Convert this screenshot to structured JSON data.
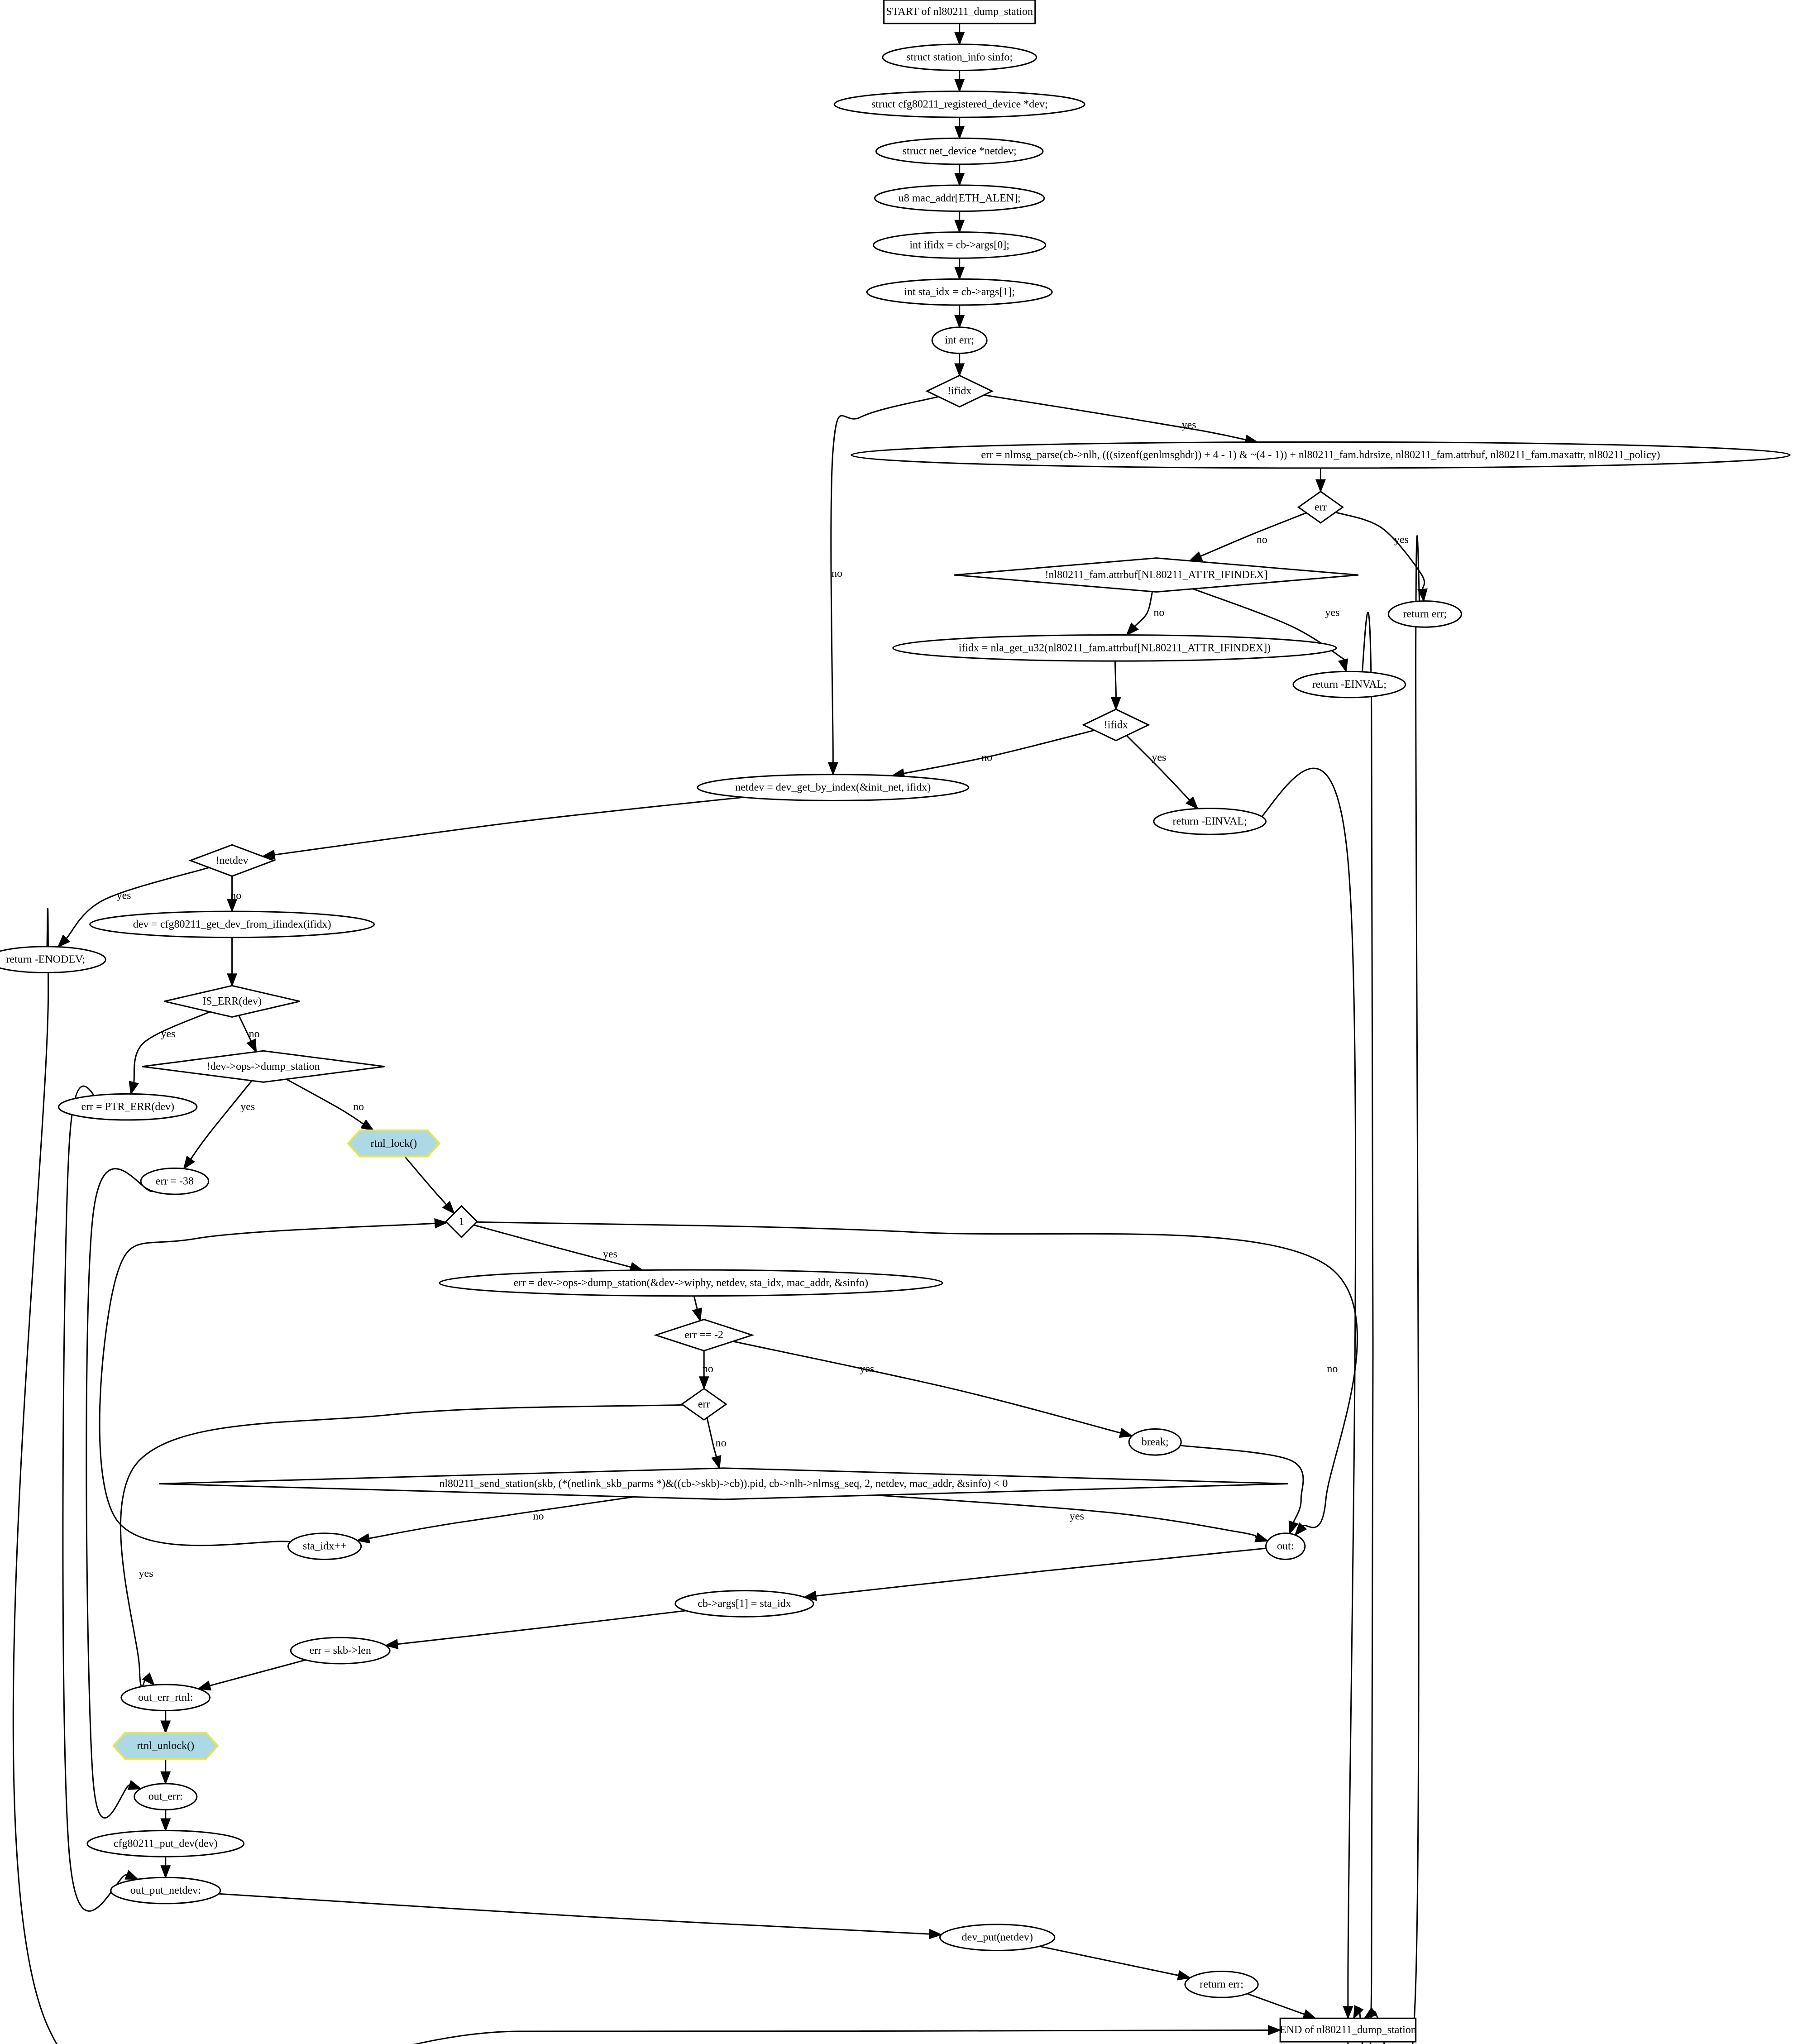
{
  "diagram": {
    "nodes": {
      "start": "START of nl80211_dump_station",
      "sinfo": "struct station_info sinfo;",
      "dev": "struct cfg80211_registered_device *dev;",
      "netdev": "struct net_device *netdev;",
      "mac": "u8 mac_addr[ETH_ALEN];",
      "ifidx": "int ifidx = cb->args[0];",
      "staidx": "int sta_idx = cb->args[1];",
      "err": "int err;",
      "d_ifidx1": "!ifidx",
      "parse": "err = nlmsg_parse(cb->nlh, (((sizeof(genlmsghdr)) + 4 - 1) & ~(4 - 1)) + nl80211_fam.hdrsize, nl80211_fam.attrbuf, nl80211_fam.maxattr, nl80211_policy)",
      "d_err1": "err",
      "d_attr": "!nl80211_fam.attrbuf[NL80211_ATTR_IFINDEX]",
      "ret_err1": "return err;",
      "get_u32": "ifidx = nla_get_u32(nl80211_fam.attrbuf[NL80211_ATTR_IFINDEX])",
      "ret_einval1": "return -EINVAL;",
      "d_ifidx2": "!ifidx",
      "get_by_index": "netdev = dev_get_by_index(&init_net, ifidx)",
      "ret_einval2": "return -EINVAL;",
      "d_netdev": "!netdev",
      "ret_enodev": "return -ENODEV;",
      "get_dev": "dev = cfg80211_get_dev_from_ifindex(ifidx)",
      "d_iserr": "IS_ERR(dev)",
      "ptr_err": "err = PTR_ERR(dev)",
      "d_dump": "!dev->ops->dump_station",
      "err38": "err = -38",
      "rtnl_lock": "rtnl_lock()",
      "d_one": "1",
      "dump_station": "err = dev->ops->dump_station(&dev->wiphy, netdev, sta_idx, mac_addr, &sinfo)",
      "d_err_m2": "err == -2",
      "d_err2": "err",
      "break": "break;",
      "send": "nl80211_send_station(skb, (*(netlink_skb_parms *)&((cb->skb)->cb)).pid, cb->nlh->nlmsg_seq, 2, netdev, mac_addr, &sinfo) < 0",
      "sta_inc": "sta_idx++",
      "out": "out:",
      "args1": "cb->args[1] = sta_idx",
      "skb_len": "err = skb->len",
      "out_err_rtnl": "out_err_rtnl:",
      "rtnl_unlock": "rtnl_unlock()",
      "out_err": "out_err:",
      "put_dev": "cfg80211_put_dev(dev)",
      "out_put_netdev": "out_put_netdev:",
      "dev_put": "dev_put(netdev)",
      "ret_err2": "return err;",
      "end": "END of nl80211_dump_station"
    },
    "edge_labels": {
      "ifidx1_yes": "yes",
      "ifidx1_no": "no",
      "err1_no": "no",
      "err1_yes": "yes",
      "attr_no": "no",
      "attr_yes": "yes",
      "ifidx2_no": "no",
      "ifidx2_yes": "yes",
      "netdev_yes": "yes",
      "netdev_no": "no",
      "iserr_yes": "yes",
      "iserr_no": "no",
      "dump_yes": "yes",
      "dump_no": "no",
      "one_yes": "yes",
      "one_no": "no",
      "errm2_no": "no",
      "errm2_yes": "yes",
      "err2_no": "no",
      "err2_yes": "yes",
      "send_no": "no",
      "send_yes": "yes"
    },
    "colors": {
      "line": "#000000",
      "background": "#ffffff",
      "highlight_fill": "#add8e6",
      "highlight_border": "#e6e64c"
    }
  }
}
